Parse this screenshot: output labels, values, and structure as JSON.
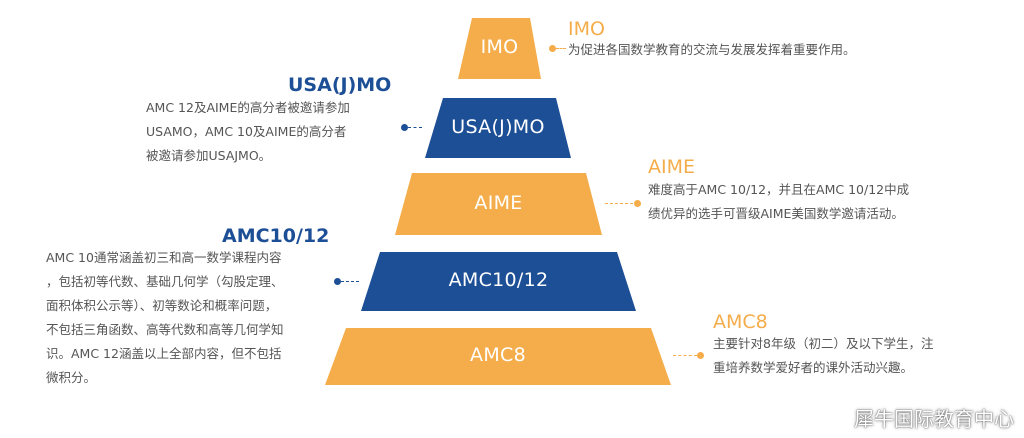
{
  "colors": {
    "orange": "#f4ad4a",
    "blue": "#1d4f96",
    "text": "#555555"
  },
  "pyramid": {
    "tiers": [
      {
        "label": "IMO",
        "color": "orange"
      },
      {
        "label": "USA(J)MO",
        "color": "blue"
      },
      {
        "label": "AIME",
        "color": "orange"
      },
      {
        "label": "AMC10/12",
        "color": "blue"
      },
      {
        "label": "AMC8",
        "color": "orange"
      }
    ]
  },
  "callouts": {
    "imo": {
      "title": "IMO",
      "lines": [
        "为促进各国数学教育的交流与发展发挥着重要作用。"
      ]
    },
    "usajmo": {
      "title": "USA(J)MO",
      "lines": [
        "AMC 12及AIME的高分者被邀请参加",
        "USAMO，AMC 10及AIME的高分者",
        "被邀请参加USAJMO。"
      ]
    },
    "aime": {
      "title": "AIME",
      "lines": [
        "难度高于AMC 10/12，并且在AMC 10/12中成",
        "绩优异的选手可晋级AIME美国数学邀请活动。"
      ]
    },
    "amc1012": {
      "title": "AMC10/12",
      "lines": [
        "AMC 10通常涵盖初三和高一数学课程内容",
        "，包括初等代数、基础几何学（勾股定理、",
        "面积体积公示等）、初等数论和概率问题，",
        "不包括三角函数、高等代数和高等几何学知",
        "识。AMC 12涵盖以上全部内容，但不包括",
        "微积分。"
      ]
    },
    "amc8": {
      "title": "AMC8",
      "lines": [
        "主要针对8年级（初二）及以下学生，注",
        "重培养数学爱好者的课外活动兴趣。"
      ]
    }
  },
  "watermark": {
    "text": "犀牛国际教育中心",
    "icon": "wechat-icon"
  }
}
